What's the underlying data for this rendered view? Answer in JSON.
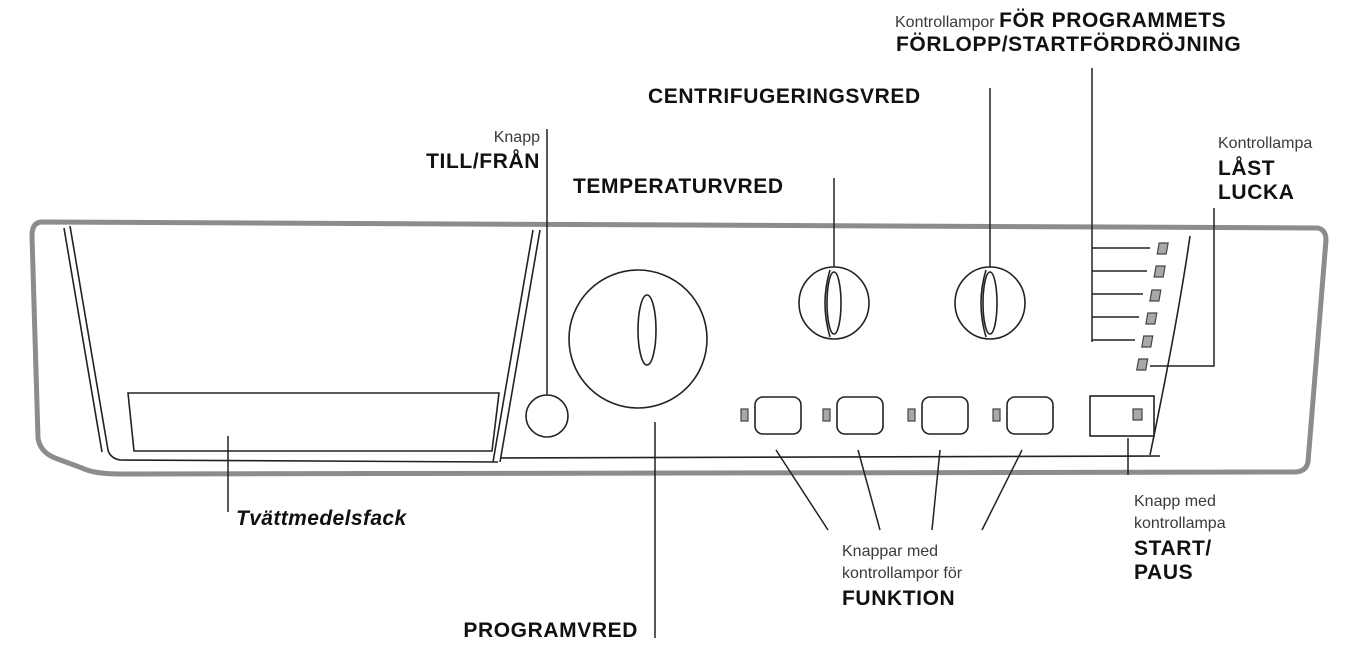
{
  "labels": {
    "program_indicators_prefix": "Kontrollampor",
    "program_indicators_line1": "FÖR PROGRAMMETS",
    "program_indicators_line2": "FÖRLOPP/STARTFÖRDRÖJNING",
    "spin_knob": "CENTRIFUGERINGSVRED",
    "power_button_small": "Knapp",
    "power_button_bold": "TILL/FRÅN",
    "temperature_knob": "TEMPERATURVRED",
    "door_lock_small": "Kontrollampa",
    "door_lock_line1": "LÅST",
    "door_lock_line2": "LUCKA",
    "detergent_drawer": "Tvättmedelsfack",
    "function_buttons_line1": "Knappar med",
    "function_buttons_line2": "kontrollampor för",
    "function_buttons_bold": "FUNKTION",
    "start_pause_line1": "Knapp med",
    "start_pause_line2": "kontrollampa",
    "start_pause_bold1": "START/",
    "start_pause_bold2": "PAUS",
    "program_knob": "PROGRAMVRED"
  },
  "colors": {
    "panel_outline": "#8c8c8c",
    "line": "#222222",
    "indicator_fill": "#a8a8a8",
    "indicator_stroke": "#444444"
  }
}
